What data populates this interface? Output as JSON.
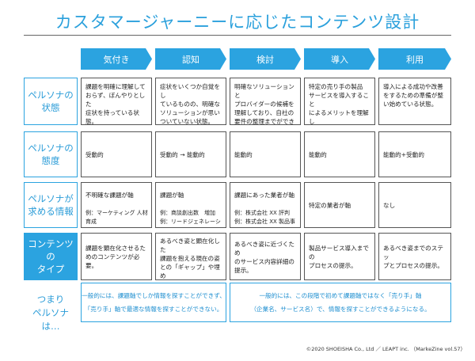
{
  "title": "カスタマージャーニーに応じたコンテンツ設計",
  "stages": [
    "気付き",
    "認知",
    "検討",
    "導入",
    "利用"
  ],
  "rows": [
    {
      "label": "ペルソナの\n状態",
      "cells": [
        "課題を明確に理解して\nおらず、ぼんやりとした\n症状を持っている状態。",
        "症状をいくつか自覚をし\nているものの、明確な\nソリューションが思い\nついていない状態。",
        "明確なソリューションと\nプロバイダーの候補を\n理解しており、自社の\n要件の整理までができ\nている状態。",
        "特定の売り手の製品\nサービスを導入すること\nによるメリットを理解し\nている状態。",
        "導入による成功や改善\nをするための準備が整\nい始めている状態。"
      ]
    },
    {
      "label": "ペルソナの\n態度",
      "cells": [
        "受動的",
        "受動的 → 能動的",
        "能動的",
        "能動的",
        "能動的+受動的"
      ]
    },
    {
      "label": "ペルソナが\n求める情報",
      "cells": [
        {
          "main": "不明確な課題が軸",
          "example": "例：マーケティング 人材育成"
        },
        {
          "main": "課題が軸",
          "example": "例：商談創出数　増加\n例：リードジェネレーション 方法"
        },
        {
          "main": "課題にあった業者が軸",
          "example": "例：株式会社 XX 評判\n例：株式会社 XX 製品事例"
        },
        {
          "main": "特定の業者が軸",
          "example": ""
        },
        {
          "main": "なし",
          "example": ""
        }
      ]
    },
    {
      "label": "コンテンツの\nタイプ",
      "cells": [
        "課題を顕在化させるた\nめのコンテンツが必要。",
        "あるべき姿と顕在化した\n課題を抱える現在の姿\nとの「ギャップ」や埋め\n方などのインサイトを\n与えることが必要。",
        "あるべき姿に近づくため\nのサービス内容詳細の\n提示。",
        "製品サービス導入までの\nプロセスの提示。",
        "あるべき姿までのステッ\nプとプロセスの提示。"
      ]
    }
  ],
  "summary": {
    "label": "つまり\nペルソナは…",
    "left": "一般的には、課題軸でしか情報を探すことができず、\n「売り手」軸で最適な情報を探すことができない。",
    "right": "一般的には、この段階で初めて課題軸ではなく「売り手」軸\n（企業名、サービス名）で、情報を探すことができるようになる。"
  },
  "footer": "©2020 SHOEISHA Co., Ltd ／ LEAPT inc. （MarkeZine vol.57）",
  "colors": {
    "accent": "#2ba3e0",
    "text_accent": "#2a9cd8"
  }
}
